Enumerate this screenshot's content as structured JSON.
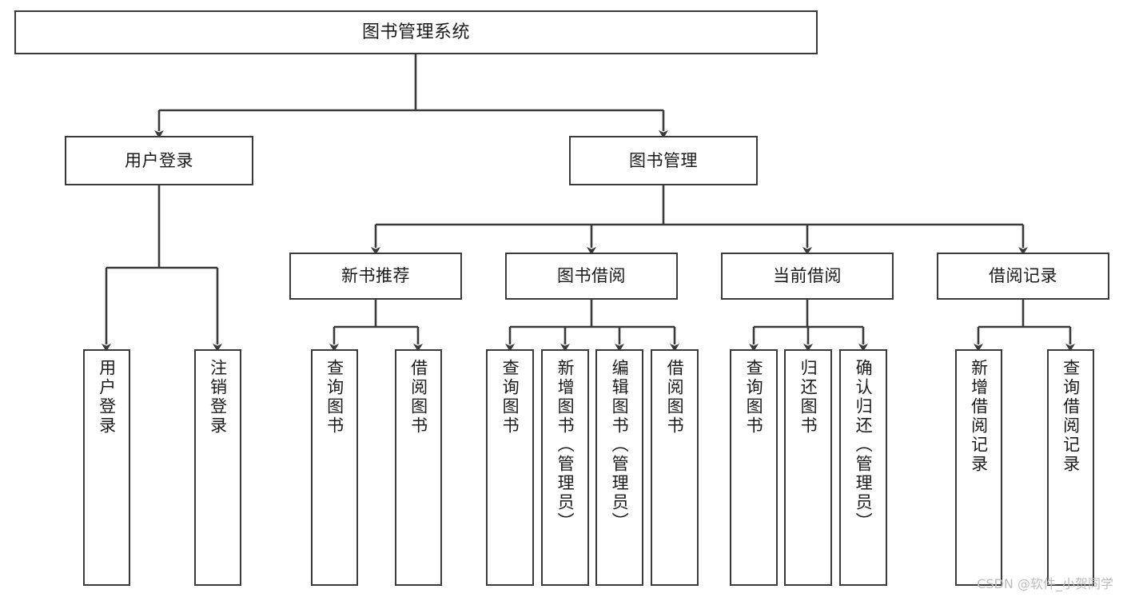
{
  "diagram": {
    "title": "图书管理系统",
    "watermark": "CSDN @软件_小贺同学",
    "colors": {
      "stroke": "#3a3a3a",
      "text": "#1a1a1a",
      "background": "#ffffff",
      "watermark": "#bdbdbd"
    },
    "nodes": {
      "root": "图书管理系统",
      "level2": {
        "user_login": "用户登录",
        "book_manage": "图书管理"
      },
      "level3": {
        "new_book_recommend": "新书推荐",
        "book_borrow": "图书借阅",
        "current_borrow": "当前借阅",
        "borrow_record": "借阅记录"
      },
      "leaves": {
        "user_login_1": "用户登录",
        "user_login_2": "注销登录",
        "recommend_1": "查询图书",
        "recommend_2": "借阅图书",
        "borrow_1": "查询图书",
        "borrow_2": "新增图书（管理员）",
        "borrow_3": "编辑图书（管理员）",
        "borrow_4": "借阅图书",
        "current_1": "查询图书",
        "current_2": "归还图书",
        "current_3": "确认归还（管理员）",
        "record_1": "新增借阅记录",
        "record_2": "查询借阅记录"
      }
    }
  },
  "chart_data": {
    "type": "table",
    "title": "图书管理系统 功能结构图",
    "hierarchy": [
      {
        "label": "图书管理系统",
        "level": 0,
        "children": [
          {
            "label": "用户登录",
            "level": 1,
            "children": [
              {
                "label": "用户登录",
                "level": 2,
                "children": []
              },
              {
                "label": "注销登录",
                "level": 2,
                "children": []
              }
            ]
          },
          {
            "label": "图书管理",
            "level": 1,
            "children": [
              {
                "label": "新书推荐",
                "level": 2,
                "children": [
                  {
                    "label": "查询图书",
                    "level": 3,
                    "children": []
                  },
                  {
                    "label": "借阅图书",
                    "level": 3,
                    "children": []
                  }
                ]
              },
              {
                "label": "图书借阅",
                "level": 2,
                "children": [
                  {
                    "label": "查询图书",
                    "level": 3,
                    "children": []
                  },
                  {
                    "label": "新增图书（管理员）",
                    "level": 3,
                    "children": []
                  },
                  {
                    "label": "编辑图书（管理员）",
                    "level": 3,
                    "children": []
                  },
                  {
                    "label": "借阅图书",
                    "level": 3,
                    "children": []
                  }
                ]
              },
              {
                "label": "当前借阅",
                "level": 2,
                "children": [
                  {
                    "label": "查询图书",
                    "level": 3,
                    "children": []
                  },
                  {
                    "label": "归还图书",
                    "level": 3,
                    "children": []
                  },
                  {
                    "label": "确认归还（管理员）",
                    "level": 3,
                    "children": []
                  }
                ]
              },
              {
                "label": "借阅记录",
                "level": 2,
                "children": [
                  {
                    "label": "新增借阅记录",
                    "level": 3,
                    "children": []
                  },
                  {
                    "label": "查询借阅记录",
                    "level": 3,
                    "children": []
                  }
                ]
              }
            ]
          }
        ]
      }
    ]
  }
}
